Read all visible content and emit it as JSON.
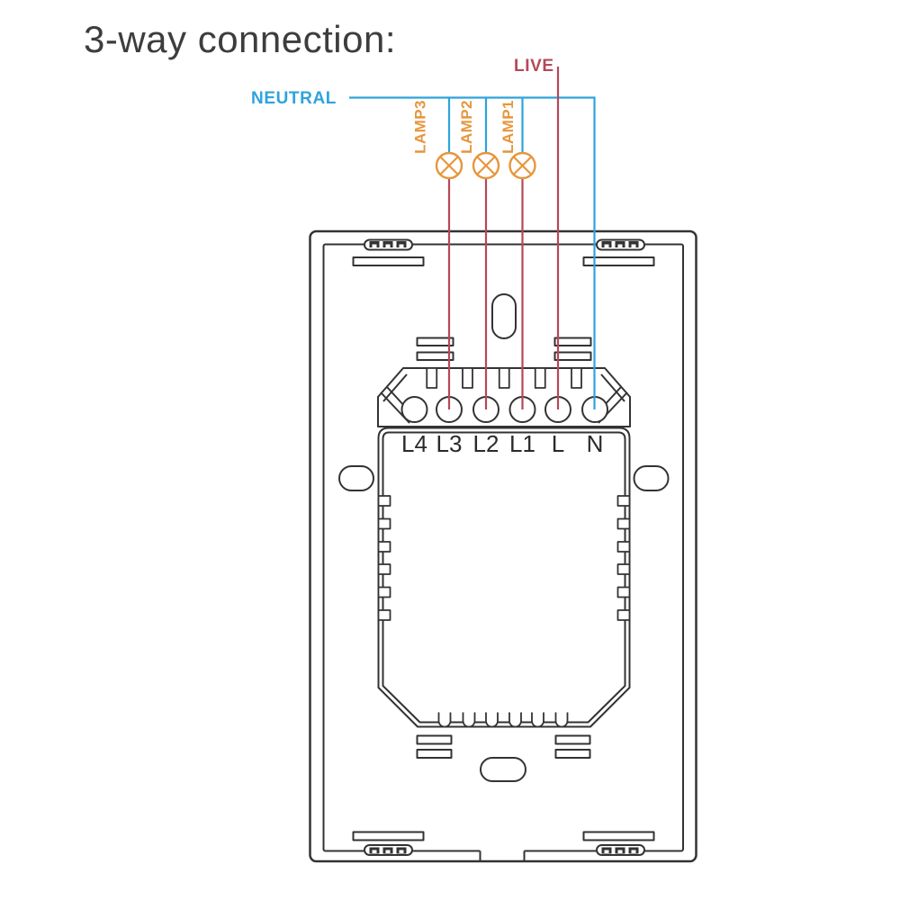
{
  "title": "3-way connection:",
  "wiring": {
    "neutral_label": "NEUTRAL",
    "live_label": "LIVE",
    "lamp_labels": [
      "LAMP3",
      "LAMP2",
      "LAMP1"
    ]
  },
  "terminals": {
    "labels": [
      "L4",
      "L3",
      "L2",
      "L1",
      "L",
      "N"
    ]
  },
  "colors": {
    "live_wire": "#b5485a",
    "neutral_wire": "#2ea3dc",
    "lamp": "#e6963c",
    "outline": "#333333",
    "label_text": "#2a2a2a",
    "title_text": "#3d3d3d"
  }
}
